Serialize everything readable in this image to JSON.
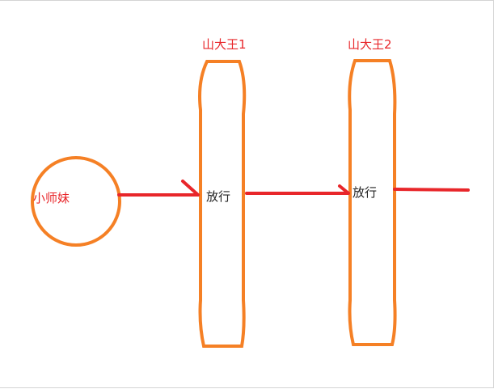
{
  "colors": {
    "shape_stroke": "#f58025",
    "arrow": "#e8262a",
    "label_red": "#e8262a",
    "label_dark": "#222222"
  },
  "labels": {
    "start_node": "小师妹",
    "gate1_title": "山大王1",
    "gate2_title": "山大王2",
    "gate1_text": "放行",
    "gate2_text": "放行"
  }
}
